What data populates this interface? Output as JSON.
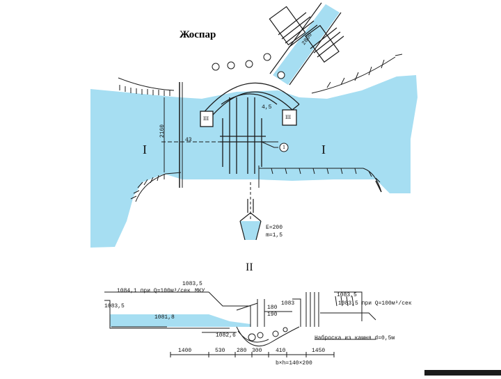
{
  "title": "Жоспар",
  "section_labels": {
    "top": "II",
    "left": "I",
    "right": "I"
  },
  "dimension_labels": {
    "width_main": "2160",
    "num_43": "43",
    "num_4_5": "4,5",
    "e_200": "E=200",
    "m_1_5": "m=1,5",
    "circle_1": "1",
    "circle_iii_left": "III",
    "circle_iii_right": "III",
    "d_2800": "2800",
    "d_1400": "1400",
    "d_530": "530",
    "d_280": "280",
    "d_300": "300",
    "d_410": "410",
    "d_1450": "1450",
    "d_180": "180",
    "d_190": "190"
  },
  "section_annotations": {
    "level_1083_5_left": "1083,5",
    "level_1083_5_mid": "1083,5",
    "level_1083_5_right": "1083,5",
    "note_left": "1084,1 при Q=100м³/сек",
    "note_mid": "МКУ",
    "note_right": "1083,5 при Q=100м³/сек",
    "level_1081_8": "1081,8",
    "level_1082_6": "1082,6",
    "level_1083": "1083",
    "stone_note": "Наброска из камня d=0,5м",
    "size_note": "b×h=140×200"
  },
  "colors": {
    "water": "#a6def2",
    "ink": "#1a1a1a",
    "paper": "#ffffff"
  }
}
